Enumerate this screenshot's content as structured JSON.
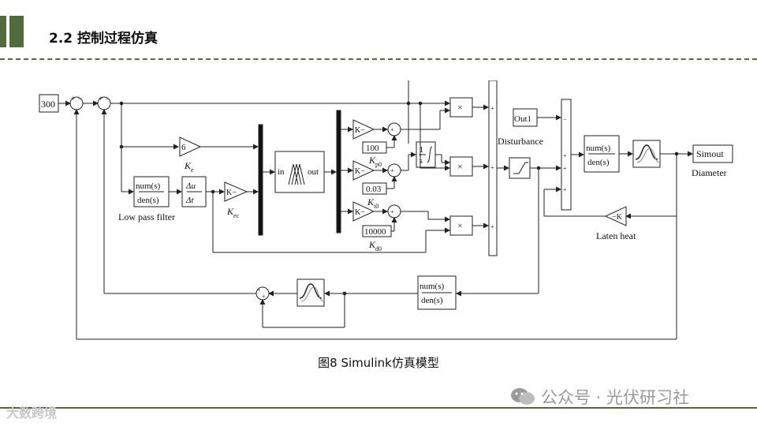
{
  "header": {
    "title": "2.2 控制过程仿真"
  },
  "caption": "图8 Simulink仿真模型",
  "watermark": {
    "right": "公众号 · 光伏研习社",
    "left": "大数跨境"
  },
  "colors": {
    "accent": "#4f6c3a",
    "line": "#222222"
  },
  "diagram": {
    "source_value": "300",
    "ke_gain": "6",
    "ke_label": "K",
    "ke_sub": "e",
    "lpf_num": "num(s)",
    "lpf_den": "den(s)",
    "lpf_label": "Low pass filter",
    "deriv_num": "Δu",
    "deriv_den": "Δt",
    "kec_gain": "K−",
    "kec_label": "K",
    "kec_sub": "ec",
    "fuzzy_in": "in",
    "fuzzy_out": "out",
    "kp_gain": "K−",
    "kp_const": "100",
    "kp_label": "K",
    "kp_sub": "p0",
    "ki_gain": "K−",
    "ki_const": "0.03",
    "ki_label": "K",
    "ki_sub": "i0",
    "kd_gain": "K−",
    "kd_const": "10000",
    "kd_label": "K",
    "kd_sub": "d0",
    "integrator_num": "1",
    "integrator_den": "s",
    "mult": "×",
    "out1": "Out1",
    "disturbance": "Disturbance",
    "plant_num": "num(s)",
    "plant_den": "den(s)",
    "simout": "Simout",
    "diameter": "Diameter",
    "laten_gain": "−K",
    "laten_label": "Laten heat",
    "fb_num": "num(s)",
    "fb_den": "den(s)",
    "plus": "+",
    "minus": "−"
  }
}
